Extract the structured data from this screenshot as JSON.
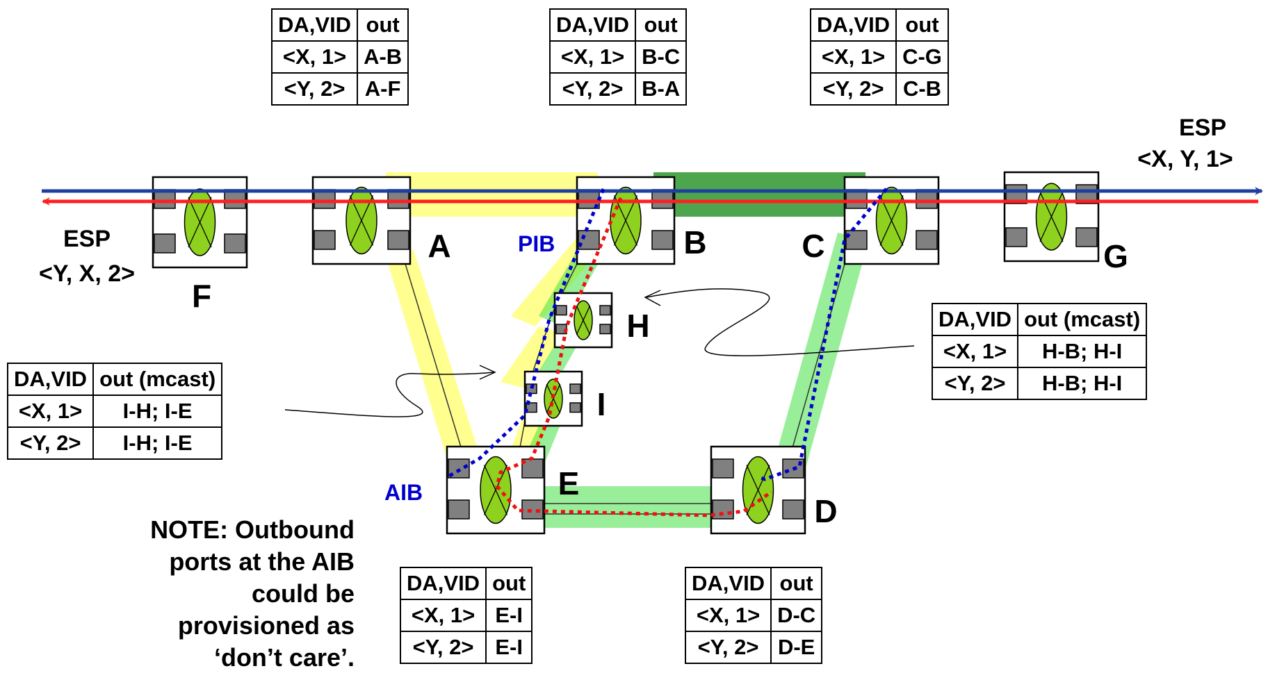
{
  "colors": {
    "blue_path": "#1f3f9f",
    "red_path": "#ff1f1f",
    "yellow_link": "#ffff33",
    "green_link": "#33dd33",
    "dark_green_link": "#118811",
    "bridge_ellipse": "#8ed11f",
    "dotted_blue": "#0000cc",
    "dotted_red": "#ee1111",
    "port_gray": "#808080"
  },
  "esp_right": {
    "line1": "ESP",
    "line2": "<X, Y, 1>"
  },
  "esp_left": {
    "line1": "ESP",
    "line2": "<Y, X, 2>"
  },
  "bridges": [
    {
      "id": "F",
      "label": "F"
    },
    {
      "id": "A",
      "label": "A"
    },
    {
      "id": "B",
      "label": "B"
    },
    {
      "id": "C",
      "label": "C"
    },
    {
      "id": "G",
      "label": "G"
    },
    {
      "id": "H",
      "label": "H"
    },
    {
      "id": "I",
      "label": "I"
    },
    {
      "id": "E",
      "label": "E"
    },
    {
      "id": "D",
      "label": "D"
    }
  ],
  "pib_label": "PIB",
  "aib_label": "AIB",
  "tables": {
    "A": {
      "header": [
        "DA,VID",
        "out"
      ],
      "rows": [
        [
          "<X, 1>",
          "A-B"
        ],
        [
          "<Y, 2>",
          "A-F"
        ]
      ]
    },
    "B": {
      "header": [
        "DA,VID",
        "out"
      ],
      "rows": [
        [
          "<X, 1>",
          "B-C"
        ],
        [
          "<Y, 2>",
          "B-A"
        ]
      ]
    },
    "C": {
      "header": [
        "DA,VID",
        "out"
      ],
      "rows": [
        [
          "<X, 1>",
          "C-G"
        ],
        [
          "<Y, 2>",
          "C-B"
        ]
      ]
    },
    "H": {
      "header": [
        "DA,VID",
        "out (mcast)"
      ],
      "rows": [
        [
          "<X, 1>",
          "H-B; H-I"
        ],
        [
          "<Y, 2>",
          "H-B; H-I"
        ]
      ]
    },
    "I": {
      "header": [
        "DA,VID",
        "out (mcast)"
      ],
      "rows": [
        [
          "<X, 1>",
          "I-H; I-E"
        ],
        [
          "<Y, 2>",
          "I-H; I-E"
        ]
      ]
    },
    "E": {
      "header": [
        "DA,VID",
        "out"
      ],
      "rows": [
        [
          "<X, 1>",
          "E-I"
        ],
        [
          "<Y, 2>",
          "E-I"
        ]
      ]
    },
    "D": {
      "header": [
        "DA,VID",
        "out"
      ],
      "rows": [
        [
          "<X, 1>",
          "D-C"
        ],
        [
          "<Y, 2>",
          "D-E"
        ]
      ]
    }
  },
  "note": [
    "NOTE:  Outbound",
    "ports at the AIB",
    "could be",
    "provisioned as",
    "‘don’t care’."
  ]
}
